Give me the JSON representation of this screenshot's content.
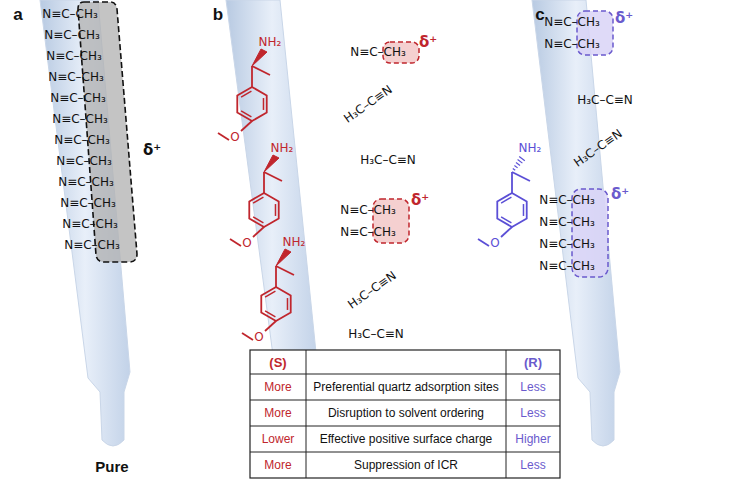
{
  "diagram": {
    "labels": [
      "a",
      "b",
      "c",
      "N≡C–CH₃",
      "N≡C–CH₃",
      "N≡C–CH₃",
      "N≡C–CH₃",
      "N≡C–CH₃",
      "N≡C–CH₃",
      "N≡C–CH₃",
      "N≡C–CH₃",
      "N≡C–CH₃",
      "N≡C–CH₃",
      "N≡C–CH₃",
      "N≡C–CH₃",
      "δ⁺",
      "Pure",
      "NH₂",
      "O",
      "NH₂",
      "O",
      "NH₂",
      "O",
      "N≡C–CH₃",
      "δ⁺",
      "H₃C–C≡N",
      "H₃C–C≡N",
      "N≡C–CH₃",
      "N≡C–CH₃",
      "δ⁺",
      "H₃C–C≡N",
      "H₃C–C≡N",
      "N≡C–CH₃",
      "N≡C–CH₃",
      "δ⁺",
      "NH₂",
      "O",
      "H₃C–C≡N",
      "H₃C–C≡N",
      "N≡C–CH₃",
      "N≡C–CH₃",
      "N≡C–CH₃",
      "N≡C–CH₃",
      "δ⁺",
      "(S)",
      "(R)",
      "More",
      "Preferential quartz adsorption sites",
      "Less",
      "More",
      "Disruption to solvent ordering",
      "Less",
      "Lower",
      "Effective positive surface charge",
      "Higher",
      "More",
      "Suppression of ICR",
      "Less"
    ]
  }
}
